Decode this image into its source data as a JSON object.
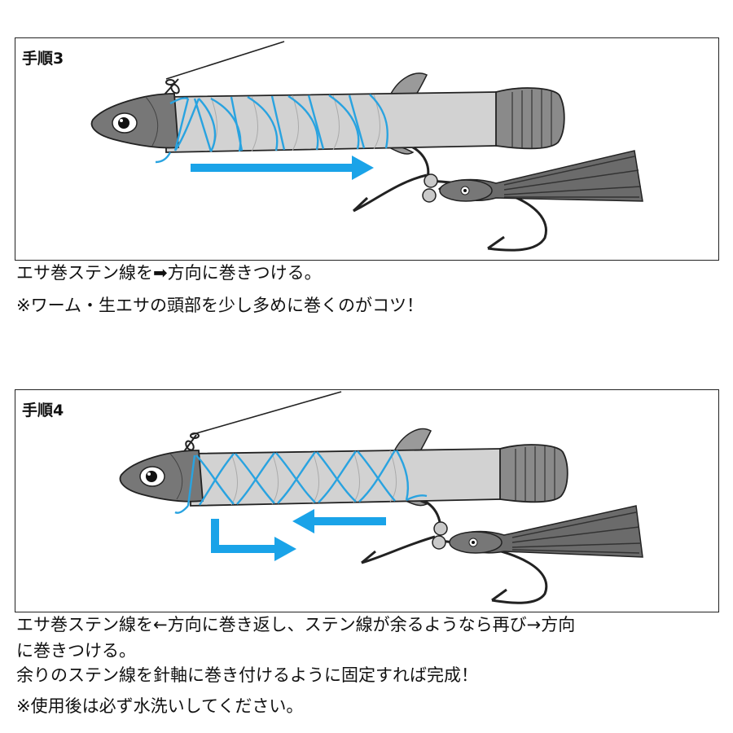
{
  "step3": {
    "label": "手順3",
    "caption_line1": "エサ巻ステン線を➡方向に巻きつける。",
    "note": "※ワーム・生エサの頭部を少し多めに巻くのがコツ！"
  },
  "step4": {
    "label": "手順4",
    "caption_line1": "エサ巻ステン線を←方向に巻き返し、ステン線が余るようなら再び→方向",
    "caption_line2": "に巻きつける。",
    "caption_line3": "余りのステン線を針軸に巻き付けるように固定すれば完成！",
    "note": "※使用後は必ず水洗いしてください。"
  },
  "colors": {
    "wire_blue": "#29a3e0",
    "arrow_blue": "#1aa3e8",
    "worm_gray": "#c9c9c9",
    "tail_dark": "#555555",
    "outline": "#222222"
  }
}
